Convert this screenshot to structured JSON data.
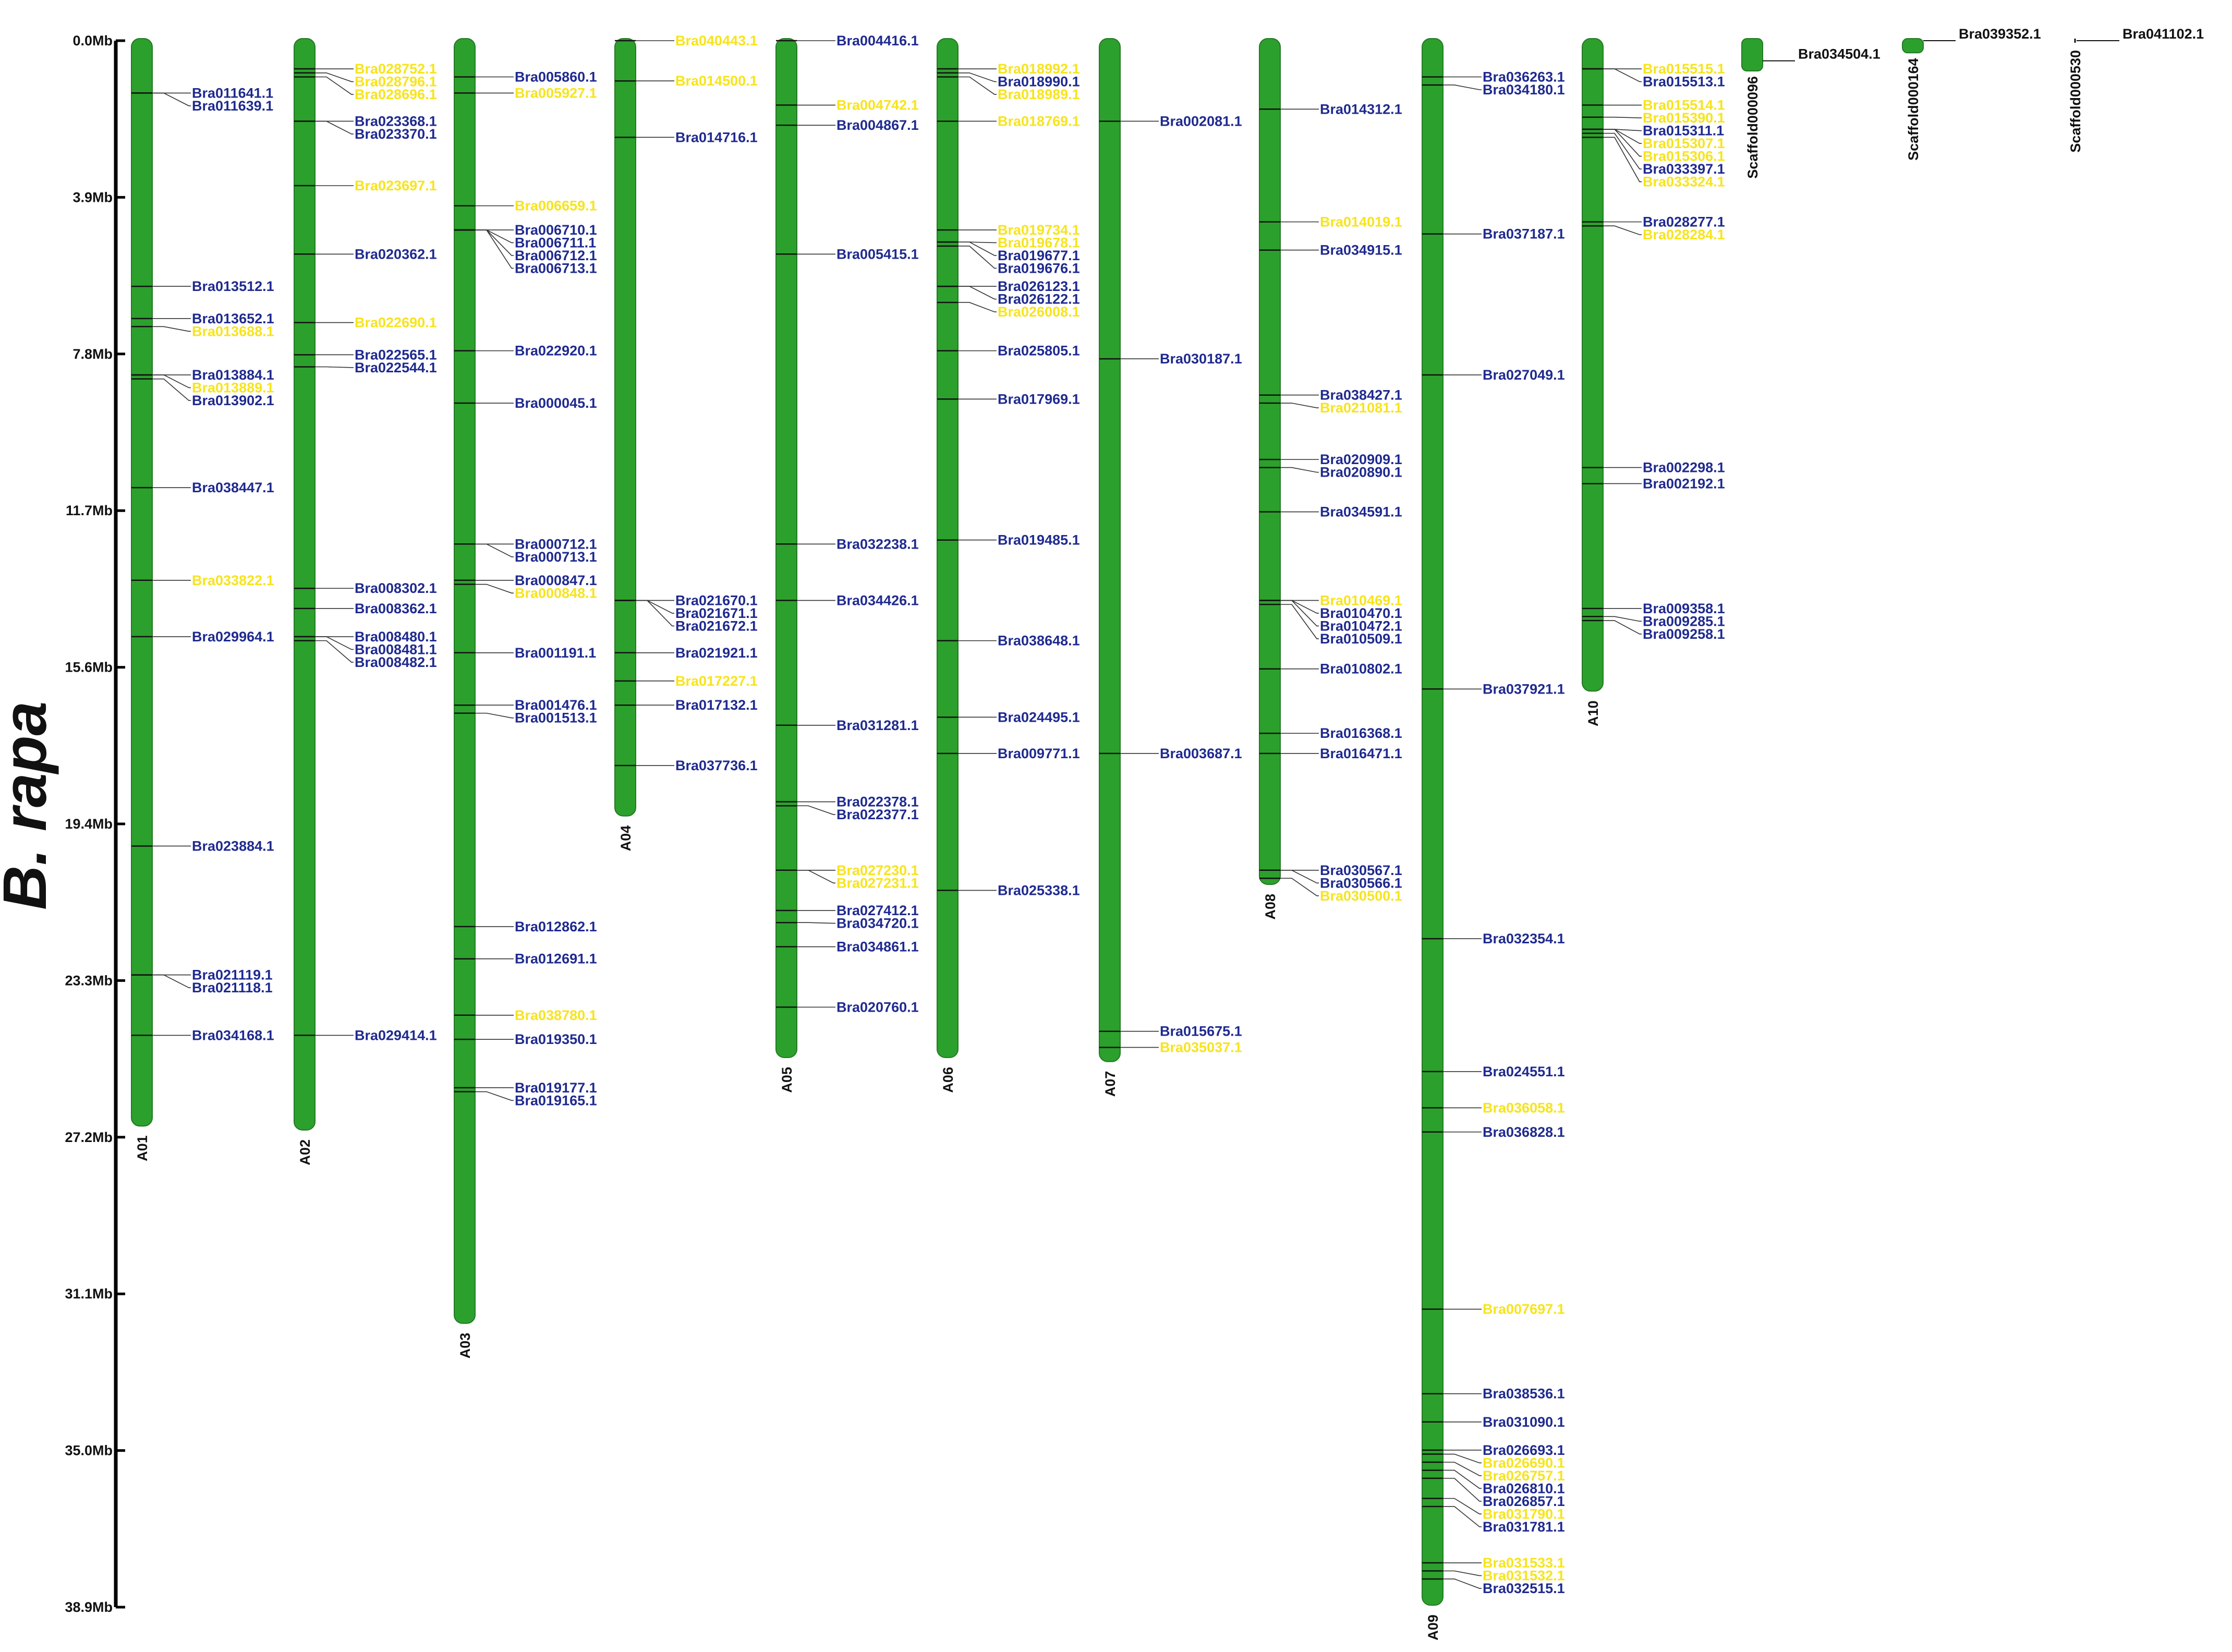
{
  "title": "B. rapa",
  "axis": {
    "max_mb": 38.9,
    "ticks": [
      "0.0Mb",
      "3.9Mb",
      "7.8Mb",
      "11.7Mb",
      "15.6Mb",
      "19.4Mb",
      "23.3Mb",
      "27.2Mb",
      "31.1Mb",
      "35.0Mb",
      "38.9Mb"
    ]
  },
  "colors": {
    "chromosome": "#2ca02c",
    "chromosome_edge": "#237a23",
    "label_blue": "#1f2a8f",
    "label_yellow": "#f7e41c",
    "label_black": "#111111",
    "axis": "#000000"
  },
  "chromosomes": [
    {
      "name": "A01",
      "length_mb": 26.9,
      "genes": [
        {
          "id": "Bra011641.1",
          "mb": 1.3,
          "c": "b"
        },
        {
          "id": "Bra011639.1",
          "mb": 1.3,
          "c": "b"
        },
        {
          "id": "Bra013512.1",
          "mb": 6.1,
          "c": "b"
        },
        {
          "id": "Bra013652.1",
          "mb": 6.9,
          "c": "b"
        },
        {
          "id": "Bra013688.1",
          "mb": 7.1,
          "c": "y"
        },
        {
          "id": "Bra013884.1",
          "mb": 8.3,
          "c": "b"
        },
        {
          "id": "Bra013889.1",
          "mb": 8.3,
          "c": "y"
        },
        {
          "id": "Bra013902.1",
          "mb": 8.4,
          "c": "b"
        },
        {
          "id": "Bra038447.1",
          "mb": 11.1,
          "c": "b"
        },
        {
          "id": "Bra033822.1",
          "mb": 13.4,
          "c": "y"
        },
        {
          "id": "Bra029964.1",
          "mb": 14.8,
          "c": "b"
        },
        {
          "id": "Bra023884.1",
          "mb": 20.0,
          "c": "b"
        },
        {
          "id": "Bra021119.1",
          "mb": 23.2,
          "c": "b"
        },
        {
          "id": "Bra021118.1",
          "mb": 23.2,
          "c": "b"
        },
        {
          "id": "Bra034168.1",
          "mb": 24.7,
          "c": "b"
        }
      ]
    },
    {
      "name": "A02",
      "length_mb": 27.0,
      "genes": [
        {
          "id": "Bra028752.1",
          "mb": 0.7,
          "c": "y"
        },
        {
          "id": "Bra028796.1",
          "mb": 0.8,
          "c": "y"
        },
        {
          "id": "Bra028696.1",
          "mb": 0.9,
          "c": "y"
        },
        {
          "id": "Bra023368.1",
          "mb": 2.0,
          "c": "b"
        },
        {
          "id": "Bra023370.1",
          "mb": 2.0,
          "c": "b"
        },
        {
          "id": "Bra023697.1",
          "mb": 3.6,
          "c": "y"
        },
        {
          "id": "Bra020362.1",
          "mb": 5.3,
          "c": "b"
        },
        {
          "id": "Bra022690.1",
          "mb": 7.0,
          "c": "y"
        },
        {
          "id": "Bra022565.1",
          "mb": 7.8,
          "c": "b"
        },
        {
          "id": "Bra022544.1",
          "mb": 8.1,
          "c": "b"
        },
        {
          "id": "Bra008302.1",
          "mb": 13.6,
          "c": "b"
        },
        {
          "id": "Bra008362.1",
          "mb": 14.1,
          "c": "b"
        },
        {
          "id": "Bra008480.1",
          "mb": 14.8,
          "c": "b"
        },
        {
          "id": "Bra008481.1",
          "mb": 14.8,
          "c": "b"
        },
        {
          "id": "Bra008482.1",
          "mb": 14.9,
          "c": "b"
        },
        {
          "id": "Bra029414.1",
          "mb": 24.7,
          "c": "b"
        }
      ]
    },
    {
      "name": "A03",
      "length_mb": 31.8,
      "genes": [
        {
          "id": "Bra005860.1",
          "mb": 0.9,
          "c": "b"
        },
        {
          "id": "Bra005927.1",
          "mb": 1.3,
          "c": "y"
        },
        {
          "id": "Bra006659.1",
          "mb": 4.1,
          "c": "y"
        },
        {
          "id": "Bra006710.1",
          "mb": 4.7,
          "c": "b"
        },
        {
          "id": "Bra006711.1",
          "mb": 4.7,
          "c": "b"
        },
        {
          "id": "Bra006712.1",
          "mb": 4.7,
          "c": "b"
        },
        {
          "id": "Bra006713.1",
          "mb": 4.7,
          "c": "b"
        },
        {
          "id": "Bra022920.1",
          "mb": 7.7,
          "c": "b"
        },
        {
          "id": "Bra000045.1",
          "mb": 9.0,
          "c": "b"
        },
        {
          "id": "Bra000712.1",
          "mb": 12.5,
          "c": "b"
        },
        {
          "id": "Bra000713.1",
          "mb": 12.5,
          "c": "b"
        },
        {
          "id": "Bra000847.1",
          "mb": 13.4,
          "c": "b"
        },
        {
          "id": "Bra000848.1",
          "mb": 13.5,
          "c": "y"
        },
        {
          "id": "Bra001191.1",
          "mb": 15.2,
          "c": "b"
        },
        {
          "id": "Bra001476.1",
          "mb": 16.5,
          "c": "b"
        },
        {
          "id": "Bra001513.1",
          "mb": 16.7,
          "c": "b"
        },
        {
          "id": "Bra012862.1",
          "mb": 22.0,
          "c": "b"
        },
        {
          "id": "Bra012691.1",
          "mb": 22.8,
          "c": "b"
        },
        {
          "id": "Bra038780.1",
          "mb": 24.2,
          "c": "y"
        },
        {
          "id": "Bra019350.1",
          "mb": 24.8,
          "c": "b"
        },
        {
          "id": "Bra019177.1",
          "mb": 26.0,
          "c": "b"
        },
        {
          "id": "Bra019165.1",
          "mb": 26.1,
          "c": "b"
        }
      ]
    },
    {
      "name": "A04",
      "length_mb": 19.2,
      "genes": [
        {
          "id": "Bra040443.1",
          "mb": 0.0,
          "c": "y"
        },
        {
          "id": "Bra014500.1",
          "mb": 1.0,
          "c": "y"
        },
        {
          "id": "Bra014716.1",
          "mb": 2.4,
          "c": "b"
        },
        {
          "id": "Bra021670.1",
          "mb": 13.9,
          "c": "b"
        },
        {
          "id": "Bra021671.1",
          "mb": 13.9,
          "c": "b"
        },
        {
          "id": "Bra021672.1",
          "mb": 13.9,
          "c": "b"
        },
        {
          "id": "Bra021921.1",
          "mb": 15.2,
          "c": "b"
        },
        {
          "id": "Bra017227.1",
          "mb": 15.9,
          "c": "y"
        },
        {
          "id": "Bra017132.1",
          "mb": 16.5,
          "c": "b"
        },
        {
          "id": "Bra037736.1",
          "mb": 18.0,
          "c": "b"
        }
      ]
    },
    {
      "name": "A05",
      "length_mb": 25.2,
      "genes": [
        {
          "id": "Bra004416.1",
          "mb": 0.0,
          "c": "b"
        },
        {
          "id": "Bra004742.1",
          "mb": 1.6,
          "c": "y"
        },
        {
          "id": "Bra004867.1",
          "mb": 2.1,
          "c": "b"
        },
        {
          "id": "Bra005415.1",
          "mb": 5.3,
          "c": "b"
        },
        {
          "id": "Bra032238.1",
          "mb": 12.5,
          "c": "b"
        },
        {
          "id": "Bra034426.1",
          "mb": 13.9,
          "c": "b"
        },
        {
          "id": "Bra031281.1",
          "mb": 17.0,
          "c": "b"
        },
        {
          "id": "Bra022378.1",
          "mb": 18.9,
          "c": "b"
        },
        {
          "id": "Bra022377.1",
          "mb": 19.0,
          "c": "b"
        },
        {
          "id": "Bra027230.1",
          "mb": 20.6,
          "c": "y"
        },
        {
          "id": "Bra027231.1",
          "mb": 20.6,
          "c": "y"
        },
        {
          "id": "Bra027412.1",
          "mb": 21.6,
          "c": "b"
        },
        {
          "id": "Bra034720.1",
          "mb": 21.9,
          "c": "b"
        },
        {
          "id": "Bra034861.1",
          "mb": 22.5,
          "c": "b"
        },
        {
          "id": "Bra020760.1",
          "mb": 24.0,
          "c": "b"
        }
      ]
    },
    {
      "name": "A06",
      "length_mb": 25.2,
      "genes": [
        {
          "id": "Bra018992.1",
          "mb": 0.7,
          "c": "y"
        },
        {
          "id": "Bra018990.1",
          "mb": 0.8,
          "c": "b"
        },
        {
          "id": "Bra018989.1",
          "mb": 0.9,
          "c": "y"
        },
        {
          "id": "Bra018769.1",
          "mb": 2.0,
          "c": "y"
        },
        {
          "id": "Bra019734.1",
          "mb": 4.7,
          "c": "y"
        },
        {
          "id": "Bra019678.1",
          "mb": 5.0,
          "c": "y"
        },
        {
          "id": "Bra019677.1",
          "mb": 5.0,
          "c": "b"
        },
        {
          "id": "Bra019676.1",
          "mb": 5.1,
          "c": "b"
        },
        {
          "id": "Bra026123.1",
          "mb": 6.1,
          "c": "b"
        },
        {
          "id": "Bra026122.1",
          "mb": 6.1,
          "c": "b"
        },
        {
          "id": "Bra026008.1",
          "mb": 6.5,
          "c": "y"
        },
        {
          "id": "Bra025805.1",
          "mb": 7.7,
          "c": "b"
        },
        {
          "id": "Bra017969.1",
          "mb": 8.9,
          "c": "b"
        },
        {
          "id": "Bra019485.1",
          "mb": 12.4,
          "c": "b"
        },
        {
          "id": "Bra038648.1",
          "mb": 14.9,
          "c": "b"
        },
        {
          "id": "Bra024495.1",
          "mb": 16.8,
          "c": "b"
        },
        {
          "id": "Bra009771.1",
          "mb": 17.7,
          "c": "b"
        },
        {
          "id": "Bra025338.1",
          "mb": 21.1,
          "c": "b"
        }
      ]
    },
    {
      "name": "A07",
      "length_mb": 25.3,
      "genes": [
        {
          "id": "Bra002081.1",
          "mb": 2.0,
          "c": "b"
        },
        {
          "id": "Bra030187.1",
          "mb": 7.9,
          "c": "b"
        },
        {
          "id": "Bra003687.1",
          "mb": 17.7,
          "c": "b"
        },
        {
          "id": "Bra015675.1",
          "mb": 24.6,
          "c": "b"
        },
        {
          "id": "Bra035037.1",
          "mb": 25.0,
          "c": "y"
        }
      ]
    },
    {
      "name": "A08",
      "length_mb": 20.9,
      "genes": [
        {
          "id": "Bra014312.1",
          "mb": 1.7,
          "c": "b"
        },
        {
          "id": "Bra014019.1",
          "mb": 4.5,
          "c": "y"
        },
        {
          "id": "Bra034915.1",
          "mb": 5.2,
          "c": "b"
        },
        {
          "id": "Bra038427.1",
          "mb": 8.8,
          "c": "b"
        },
        {
          "id": "Bra021081.1",
          "mb": 9.0,
          "c": "y"
        },
        {
          "id": "Bra020909.1",
          "mb": 10.4,
          "c": "b"
        },
        {
          "id": "Bra020890.1",
          "mb": 10.6,
          "c": "b"
        },
        {
          "id": "Bra034591.1",
          "mb": 11.7,
          "c": "b"
        },
        {
          "id": "Bra010469.1",
          "mb": 13.9,
          "c": "y"
        },
        {
          "id": "Bra010470.1",
          "mb": 13.9,
          "c": "b"
        },
        {
          "id": "Bra010472.1",
          "mb": 13.9,
          "c": "b"
        },
        {
          "id": "Bra010509.1",
          "mb": 14.0,
          "c": "b"
        },
        {
          "id": "Bra010802.1",
          "mb": 15.6,
          "c": "b"
        },
        {
          "id": "Bra016368.1",
          "mb": 17.2,
          "c": "b"
        },
        {
          "id": "Bra016471.1",
          "mb": 17.7,
          "c": "b"
        },
        {
          "id": "Bra030567.1",
          "mb": 20.6,
          "c": "b"
        },
        {
          "id": "Bra030566.1",
          "mb": 20.6,
          "c": "b"
        },
        {
          "id": "Bra030500.1",
          "mb": 20.8,
          "c": "y"
        }
      ]
    },
    {
      "name": "A09",
      "length_mb": 38.8,
      "genes": [
        {
          "id": "Bra036263.1",
          "mb": 0.9,
          "c": "b"
        },
        {
          "id": "Bra034180.1",
          "mb": 1.1,
          "c": "b"
        },
        {
          "id": "Bra037187.1",
          "mb": 4.8,
          "c": "b"
        },
        {
          "id": "Bra027049.1",
          "mb": 8.3,
          "c": "b"
        },
        {
          "id": "Bra037921.1",
          "mb": 16.1,
          "c": "b"
        },
        {
          "id": "Bra032354.1",
          "mb": 22.3,
          "c": "b"
        },
        {
          "id": "Bra024551.1",
          "mb": 25.6,
          "c": "b"
        },
        {
          "id": "Bra036058.1",
          "mb": 26.5,
          "c": "y"
        },
        {
          "id": "Bra036828.1",
          "mb": 27.1,
          "c": "b"
        },
        {
          "id": "Bra007697.1",
          "mb": 31.5,
          "c": "y"
        },
        {
          "id": "Bra038536.1",
          "mb": 33.6,
          "c": "b"
        },
        {
          "id": "Bra031090.1",
          "mb": 34.3,
          "c": "b"
        },
        {
          "id": "Bra026693.1",
          "mb": 35.0,
          "c": "b"
        },
        {
          "id": "Bra026690.1",
          "mb": 35.1,
          "c": "y"
        },
        {
          "id": "Bra026757.1",
          "mb": 35.3,
          "c": "y"
        },
        {
          "id": "Bra026810.1",
          "mb": 35.5,
          "c": "b"
        },
        {
          "id": "Bra026857.1",
          "mb": 35.7,
          "c": "b"
        },
        {
          "id": "Bra031790.1",
          "mb": 36.2,
          "c": "y"
        },
        {
          "id": "Bra031781.1",
          "mb": 36.4,
          "c": "b"
        },
        {
          "id": "Bra031533.1",
          "mb": 37.8,
          "c": "y"
        },
        {
          "id": "Bra031532.1",
          "mb": 38.0,
          "c": "y"
        },
        {
          "id": "Bra032515.1",
          "mb": 38.2,
          "c": "b"
        }
      ]
    },
    {
      "name": "A10",
      "length_mb": 16.1,
      "genes": [
        {
          "id": "Bra015515.1",
          "mb": 0.7,
          "c": "y"
        },
        {
          "id": "Bra015513.1",
          "mb": 0.7,
          "c": "b"
        },
        {
          "id": "Bra015514.1",
          "mb": 1.6,
          "c": "y"
        },
        {
          "id": "Bra015390.1",
          "mb": 1.9,
          "c": "y"
        },
        {
          "id": "Bra015311.1",
          "mb": 2.2,
          "c": "b"
        },
        {
          "id": "Bra015307.1",
          "mb": 2.2,
          "c": "y"
        },
        {
          "id": "Bra015306.1",
          "mb": 2.2,
          "c": "y"
        },
        {
          "id": "Bra033397.1",
          "mb": 2.3,
          "c": "b"
        },
        {
          "id": "Bra033324.1",
          "mb": 2.4,
          "c": "y"
        },
        {
          "id": "Bra028277.1",
          "mb": 4.5,
          "c": "b"
        },
        {
          "id": "Bra028284.1",
          "mb": 4.6,
          "c": "y"
        },
        {
          "id": "Bra002298.1",
          "mb": 10.6,
          "c": "b"
        },
        {
          "id": "Bra002192.1",
          "mb": 11.0,
          "c": "b"
        },
        {
          "id": "Bra009358.1",
          "mb": 14.1,
          "c": "b"
        },
        {
          "id": "Bra009285.1",
          "mb": 14.3,
          "c": "b"
        },
        {
          "id": "Bra009258.1",
          "mb": 14.4,
          "c": "b"
        }
      ]
    }
  ],
  "scaffolds": [
    {
      "name": "Scaffold000096",
      "length_mb": 0.7,
      "genes": [
        {
          "id": "Bra034504.1",
          "mb": 0.5,
          "c": "k"
        }
      ]
    },
    {
      "name": "Scaffold000164",
      "length_mb": 0.25,
      "genes": [
        {
          "id": "Bra039352.1",
          "mb": 0.0,
          "c": "k"
        }
      ]
    },
    {
      "name": "Scaffold000530",
      "length_mb": 0.0,
      "genes": [
        {
          "id": "Bra041102.1",
          "mb": 0.0,
          "c": "k"
        }
      ]
    }
  ]
}
